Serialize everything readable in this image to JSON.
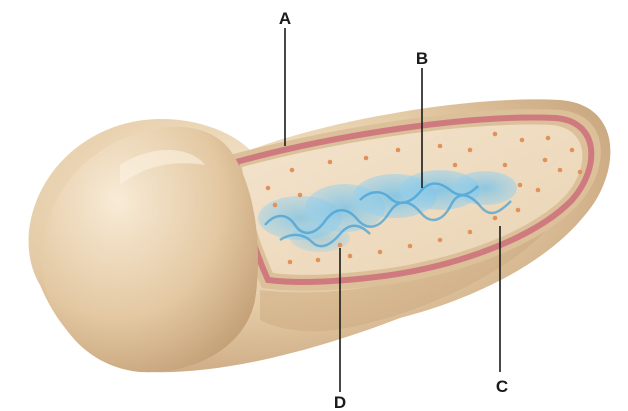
{
  "labels": {
    "a": "A",
    "b": "B",
    "c": "C",
    "d": "D"
  },
  "colors": {
    "background": "#ffffff",
    "outer_wall": "#e2c9a4",
    "outer_wall_shadow": "#c7a47a",
    "membrane": "#cf7a7e",
    "interior": "#efdcc0",
    "nucleoid": "#58b1e0",
    "ribosome": "#e1925a",
    "leader_line": "#1a1a1a",
    "label_text": "#1a1a1a"
  }
}
